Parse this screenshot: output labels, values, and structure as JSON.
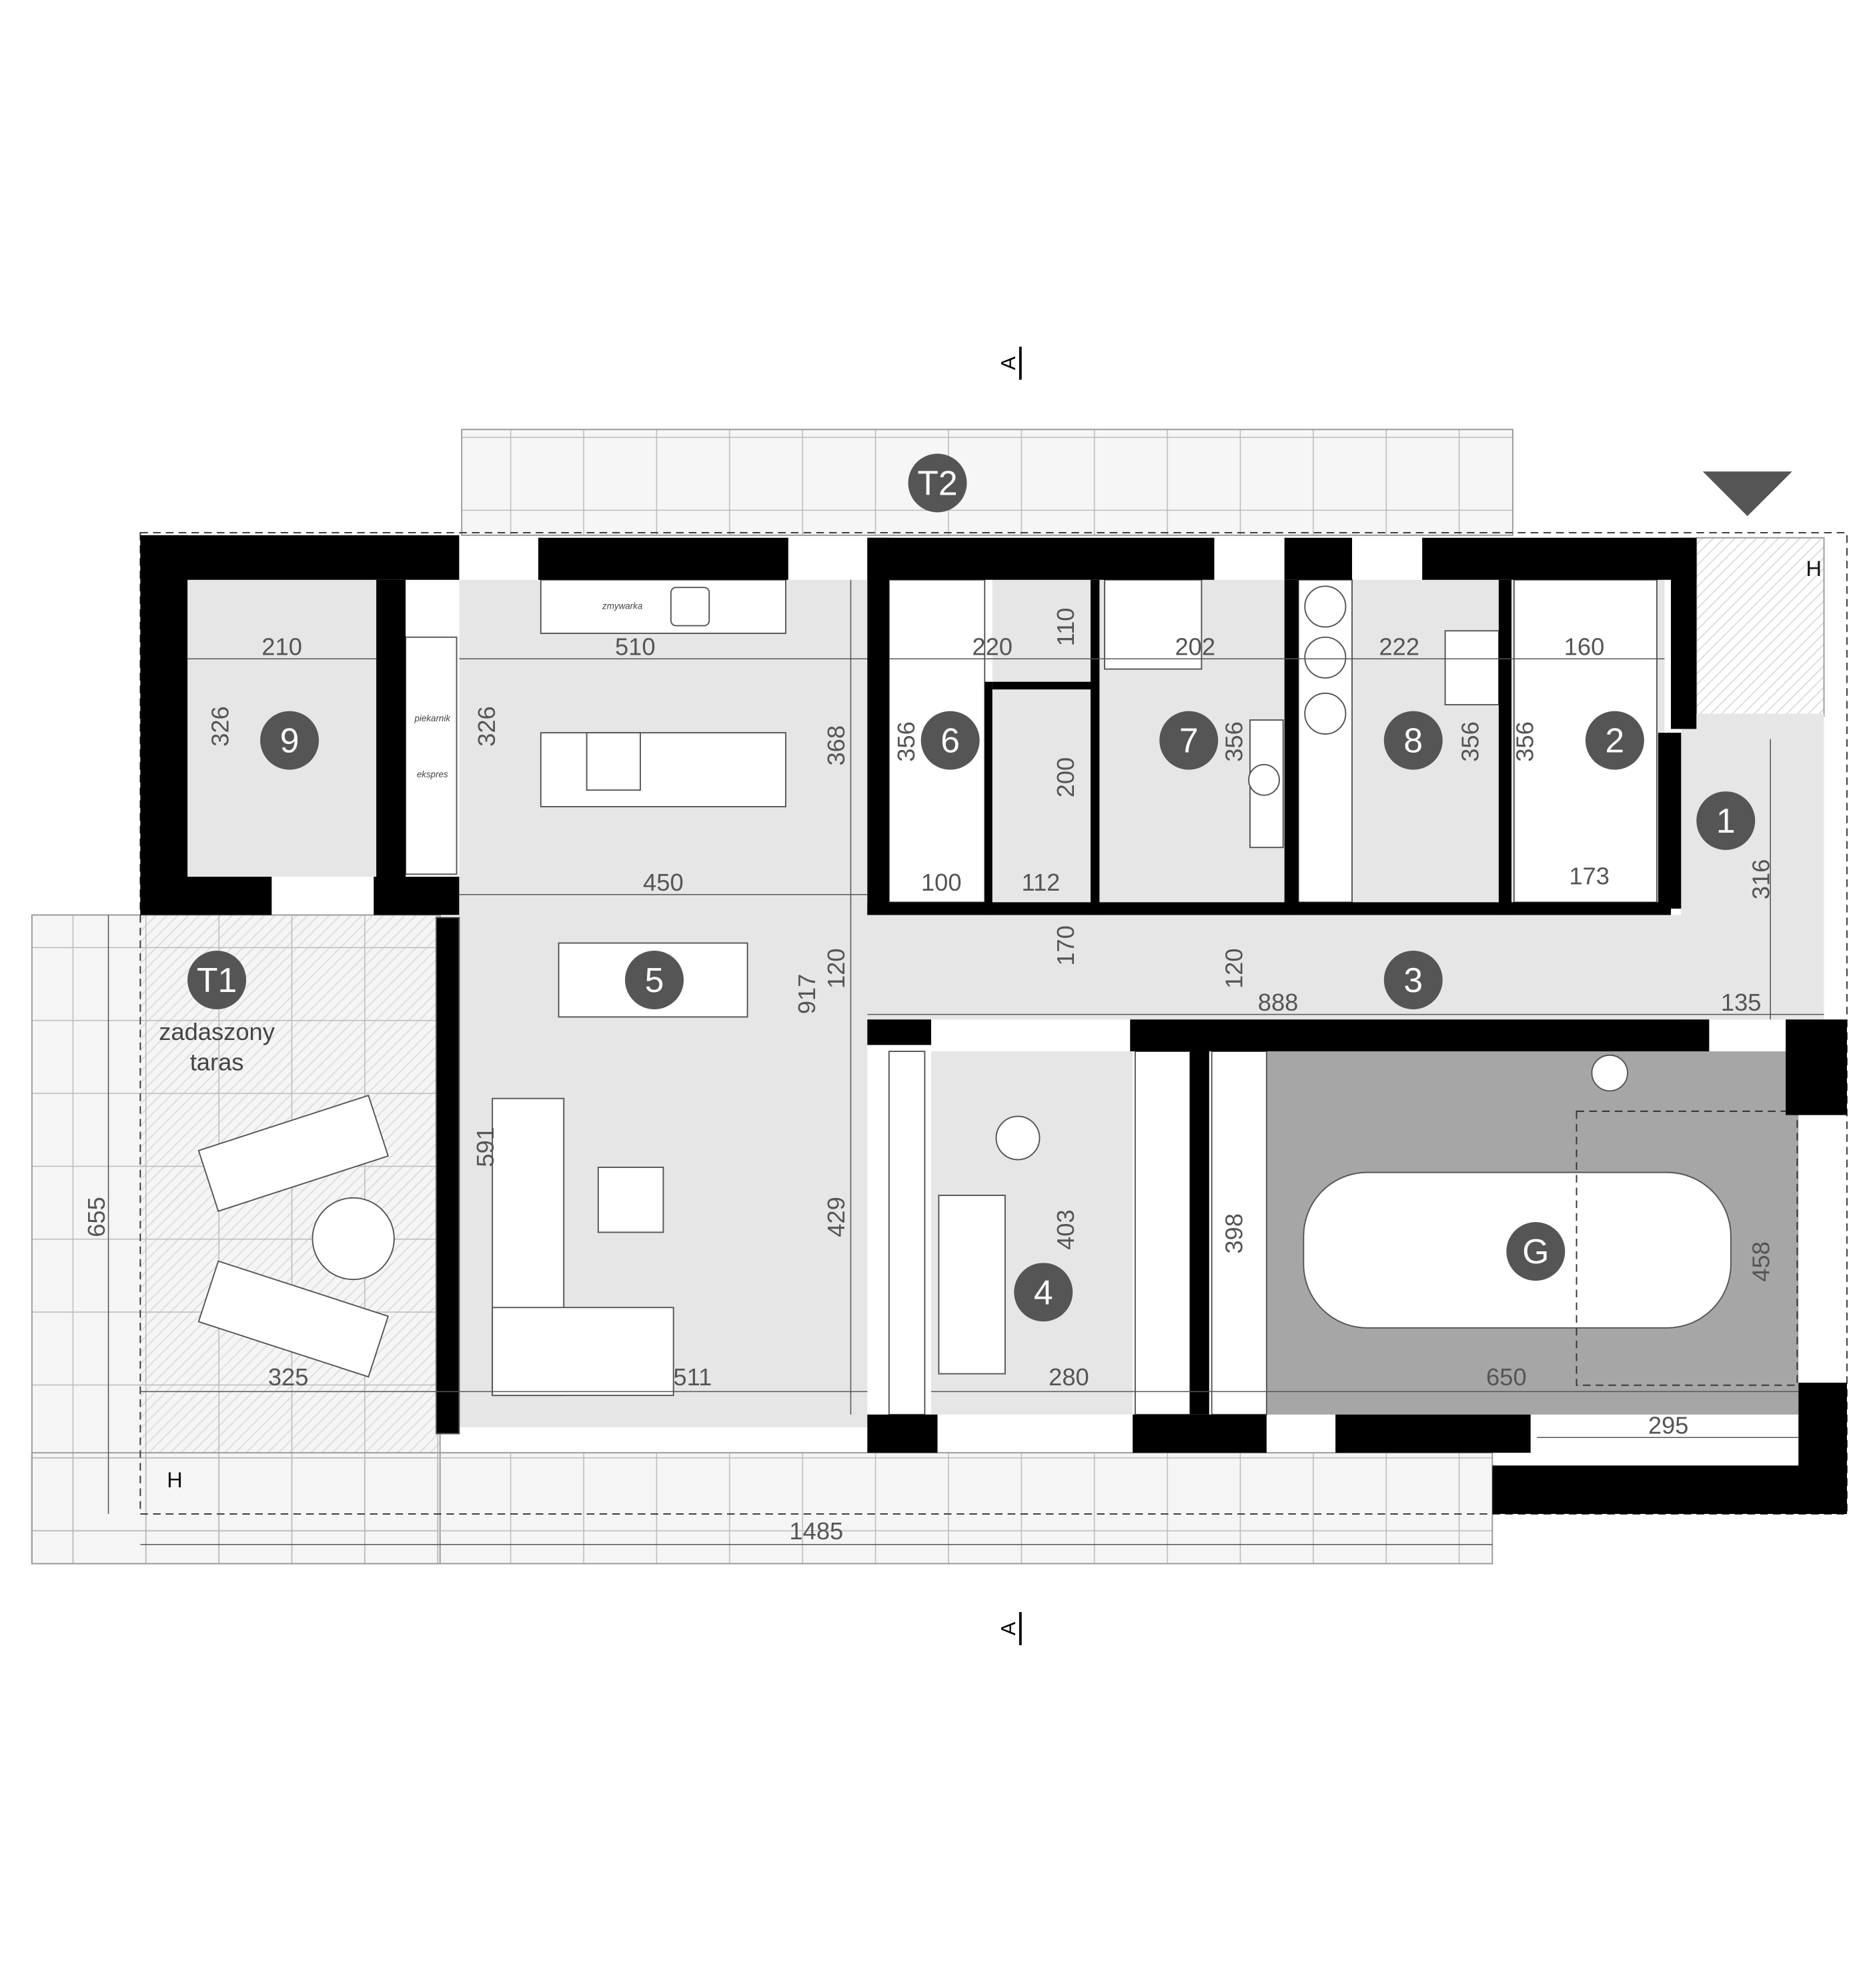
{
  "plan": {
    "section_marker": "A",
    "height_marker": "H",
    "rooms": [
      {
        "id": "1"
      },
      {
        "id": "2"
      },
      {
        "id": "3"
      },
      {
        "id": "4"
      },
      {
        "id": "5"
      },
      {
        "id": "6"
      },
      {
        "id": "7"
      },
      {
        "id": "8"
      },
      {
        "id": "9"
      },
      {
        "id": "G"
      },
      {
        "id": "T1"
      },
      {
        "id": "T2"
      }
    ],
    "terrace_label_line1": "zadaszony",
    "terrace_label_line2": "taras",
    "appliances": {
      "dishwasher": "zmywarka",
      "oven": "piekarnik",
      "coffee": "ekspres"
    },
    "dimensions": {
      "d210": "210",
      "d326a": "326",
      "d326b": "326",
      "d510": "510",
      "d368": "368",
      "d450": "450",
      "d120a": "120",
      "d917": "917",
      "d591": "591",
      "d429": "429",
      "d511": "511",
      "d325": "325",
      "d655": "655",
      "d1485": "1485",
      "d220": "220",
      "d110": "110",
      "d356a": "356",
      "d200": "200",
      "d100": "100",
      "d112": "112",
      "d202": "202",
      "d356b": "356",
      "d222": "222",
      "d356c": "356",
      "d356d": "356",
      "d160": "160",
      "d173": "173",
      "d316": "316",
      "d170": "170",
      "d120b": "120",
      "d888": "888",
      "d135": "135",
      "d403": "403",
      "d280": "280",
      "d398": "398",
      "d650": "650",
      "d458": "458",
      "d295": "295"
    },
    "colors": {
      "wall": "#000000",
      "room": "#e6e6e6",
      "garage": "#a6a6a6",
      "badge": "#555555"
    }
  }
}
